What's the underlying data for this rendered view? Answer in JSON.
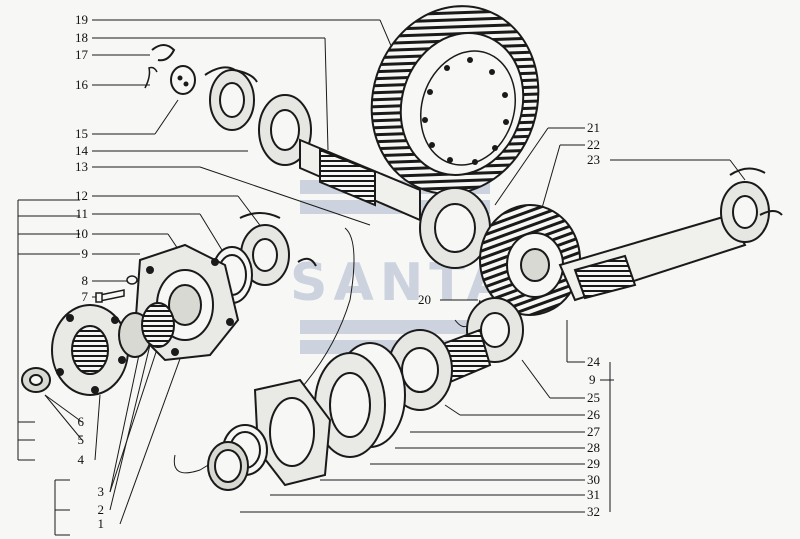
{
  "diagram": {
    "watermark": "SANTA",
    "left_labels": [
      "19",
      "18",
      "17",
      "16",
      "15",
      "14",
      "13",
      "12",
      "11",
      "10",
      "9",
      "8",
      "7",
      "6",
      "5",
      "4",
      "3",
      "2",
      "1"
    ],
    "right_labels": [
      "21",
      "22",
      "23",
      "20",
      "24",
      "9",
      "25",
      "26",
      "27",
      "28",
      "29",
      "30",
      "31",
      "32"
    ]
  },
  "colors": {
    "ink": "#1a1a1a",
    "paper": "#f7f7f5",
    "watermark": "#9aa6c4"
  }
}
